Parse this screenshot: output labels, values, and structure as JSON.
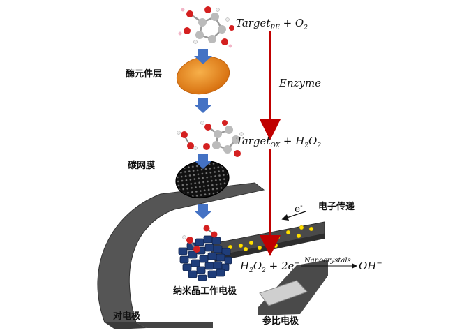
{
  "labels": {
    "enzyme_layer": "酶元件层",
    "carbon_membrane": "碳网膜",
    "nanocrystal_electrode": "纳米晶工作电极",
    "counter_electrode": "对电极",
    "reference_electrode": "参比电极",
    "electron_transfer": "电子传递",
    "electron": "e",
    "electron_sup": "-"
  },
  "reaction1": {
    "target": "Target",
    "target_sub": "RE",
    "rest": " + O",
    "o2_sub": "2"
  },
  "enzyme": "Enzyme",
  "reaction2": {
    "target": "Target",
    "target_sub": "OX",
    "rest": " + H",
    "h_sub": "2",
    "o": "O",
    "o_sub": "2"
  },
  "reaction3": {
    "h": "H",
    "h_sub": "2",
    "o": "O",
    "o_sub": "2",
    "plus": " + 2e",
    "e_sup": "−",
    "catalyst": "Nanocrystals",
    "product": "OH",
    "product_sup": "−"
  },
  "colors": {
    "red_arrow": "#c00000",
    "blue_arrow": "#4472c4",
    "enzyme_disc": "#e8821e",
    "electrode_strip": "#4a4a4a",
    "electrons": "#ffe000",
    "nanocrystal": "#1f3d7a"
  }
}
